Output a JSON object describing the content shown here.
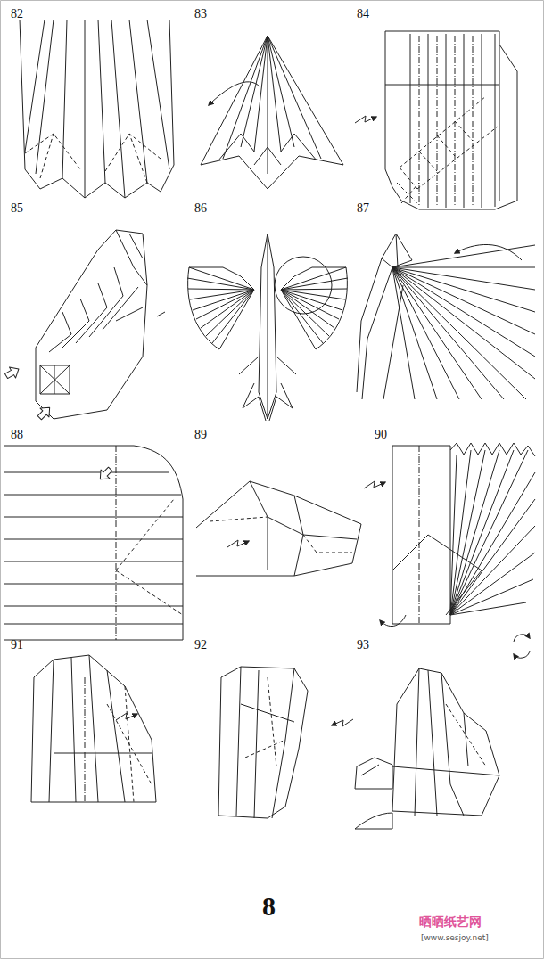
{
  "diagram": {
    "labels": [
      "82",
      "83",
      "84",
      "85",
      "86",
      "87",
      "88",
      "89",
      "90",
      "91",
      "92",
      "93",
      "8",
      "晒晒纸艺网",
      "[www.sesjoy.net]"
    ]
  }
}
